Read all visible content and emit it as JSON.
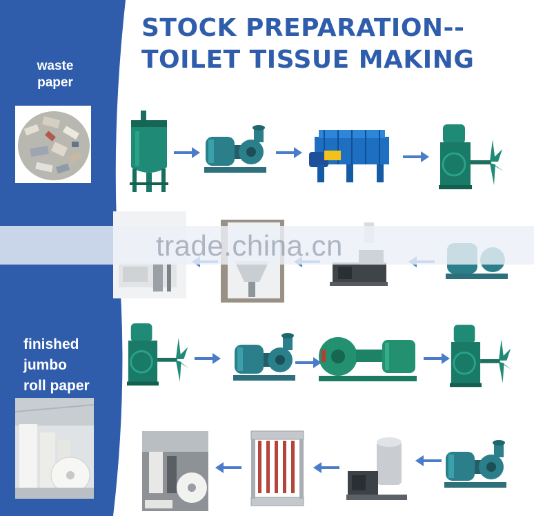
{
  "title": {
    "line1": "STOCK PREPARATION--",
    "line2": "TOILET TISSUE MAKING"
  },
  "sidebar": {
    "start_label_line1": "waste",
    "start_label_line2": "paper",
    "end_label_line1": "finished",
    "end_label_line2": "jumbo",
    "end_label_line3": "roll paper"
  },
  "watermark": "trade.china.cn",
  "colors": {
    "sidebar_blue": "#2f5dab",
    "title_blue": "#2f5dab",
    "arrow_blue": "#4a7cc9",
    "machine_green": "#1f8a76",
    "machine_blue": "#1e6fc2"
  },
  "flow": {
    "row1": [
      "hydrapulper-icon",
      "pump-icon",
      "screen-icon",
      "agitator-icon"
    ],
    "row2": [
      "washer-icon",
      "tank-icon",
      "refiner-icon",
      "pump-icon"
    ],
    "row3": [
      "agitator-icon",
      "pump-icon",
      "refiner-icon",
      "agitator-icon"
    ],
    "row4": [
      "tissue-machine-icon",
      "cleaner-icon",
      "pressure-screen-icon",
      "pump-icon"
    ]
  }
}
